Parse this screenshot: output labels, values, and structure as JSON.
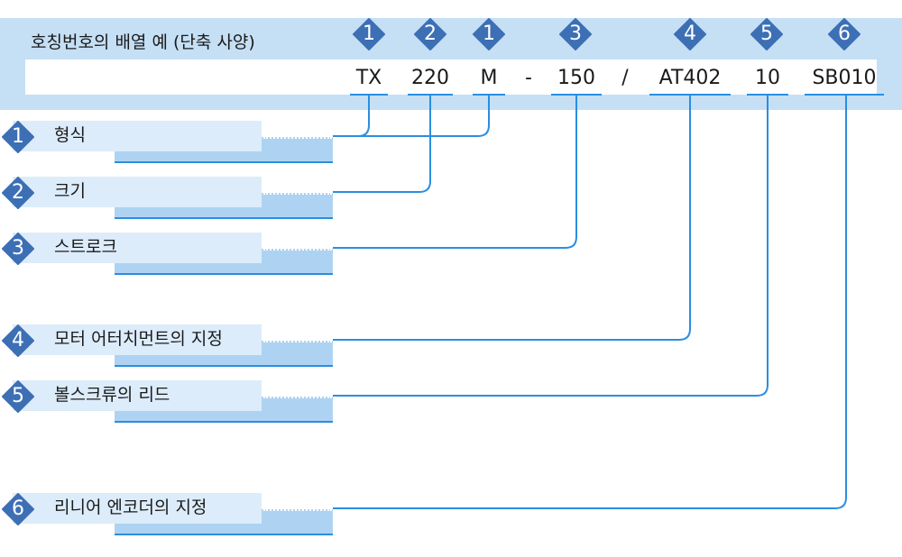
{
  "header": {
    "title": "호칭번호의 배열 예 (단축 사양)",
    "segments": [
      {
        "text": "TX",
        "badge": "1"
      },
      {
        "text": "220",
        "badge": "2"
      },
      {
        "text": "M",
        "badge": "1"
      },
      {
        "text": "150",
        "badge": "3"
      },
      {
        "text": "AT402",
        "badge": "4"
      },
      {
        "text": "10",
        "badge": "5"
      },
      {
        "text": "SB010",
        "badge": "6"
      }
    ],
    "separators": [
      "-",
      "/"
    ]
  },
  "rows": [
    {
      "num": "1",
      "label": "형식"
    },
    {
      "num": "2",
      "label": "크기"
    },
    {
      "num": "3",
      "label": "스트로크"
    },
    {
      "num": "4",
      "label": "모터 어터치먼트의 지정"
    },
    {
      "num": "5",
      "label": "볼스크류의 리드"
    },
    {
      "num": "6",
      "label": "리니어 엔코더의 지정"
    }
  ],
  "colors": {
    "header_band": "#c5dff5",
    "badge": "#3d6fb5",
    "connector": "#2a8ee0",
    "row_band": "#aed3f2",
    "row_label": "#dcecfa"
  }
}
